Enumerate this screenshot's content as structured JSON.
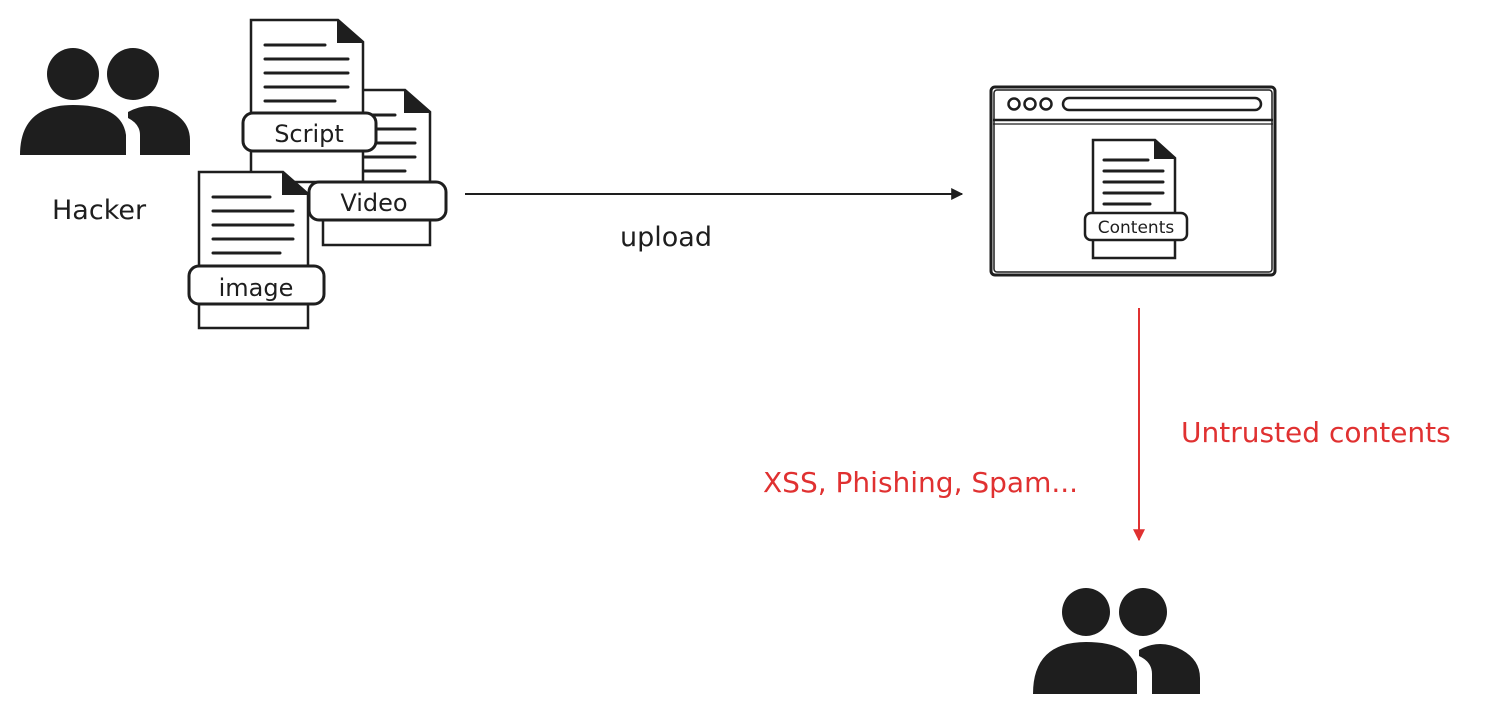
{
  "labels": {
    "hacker": "Hacker",
    "upload": "upload",
    "untrusted": "Untrusted contents",
    "attacks": "XSS, Phishing, Spam..."
  },
  "files": {
    "script": "Script",
    "video": "Video",
    "image": "image"
  },
  "browser": {
    "contents": "Contents"
  },
  "icons": {
    "hacker": "users-icon",
    "victim": "users-icon",
    "document": "document-icon",
    "browser": "browser-window-icon"
  },
  "colors": {
    "ink": "#1e1e1e",
    "danger": "#e03131",
    "background": "#ffffff"
  }
}
